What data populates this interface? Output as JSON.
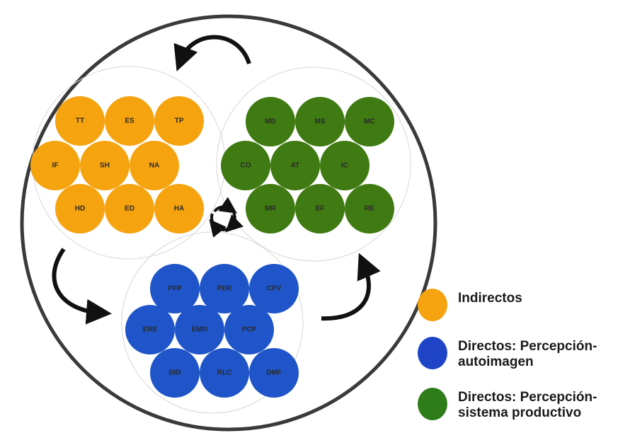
{
  "colors": {
    "orange": "#f5a30f",
    "green": "#3f7a12",
    "blue": "#1f55c8",
    "outline": "#3a3a3a",
    "arrow": "#111111"
  },
  "clusters": [
    {
      "key": "indirectos",
      "color": "orange",
      "nodes": [
        "TT",
        "ES",
        "TP",
        "IF",
        "SH",
        "NA",
        "HD",
        "ED",
        "HA"
      ]
    },
    {
      "key": "perception-system",
      "color": "green",
      "nodes": [
        "MD",
        "MS",
        "MC",
        "CO",
        "AT",
        "IC",
        "MR",
        "EF",
        "RE"
      ]
    },
    {
      "key": "perception-self",
      "color": "blue",
      "nodes": [
        "PFP",
        "PER",
        "CPV",
        "ERE",
        "EMR",
        "PCP",
        "DID",
        "RLC",
        "DMF"
      ]
    }
  ],
  "legend": [
    {
      "color": "orange",
      "lines": [
        "Indirectos"
      ]
    },
    {
      "color": "blue",
      "lines": [
        "Directos: Percepción-",
        "autoimagen"
      ]
    },
    {
      "color": "green",
      "lines": [
        "Directos: Percepción-",
        "sistema productivo"
      ]
    }
  ],
  "icons": [
    "curved-arrow-icon",
    "cycle-arrows-icon"
  ]
}
